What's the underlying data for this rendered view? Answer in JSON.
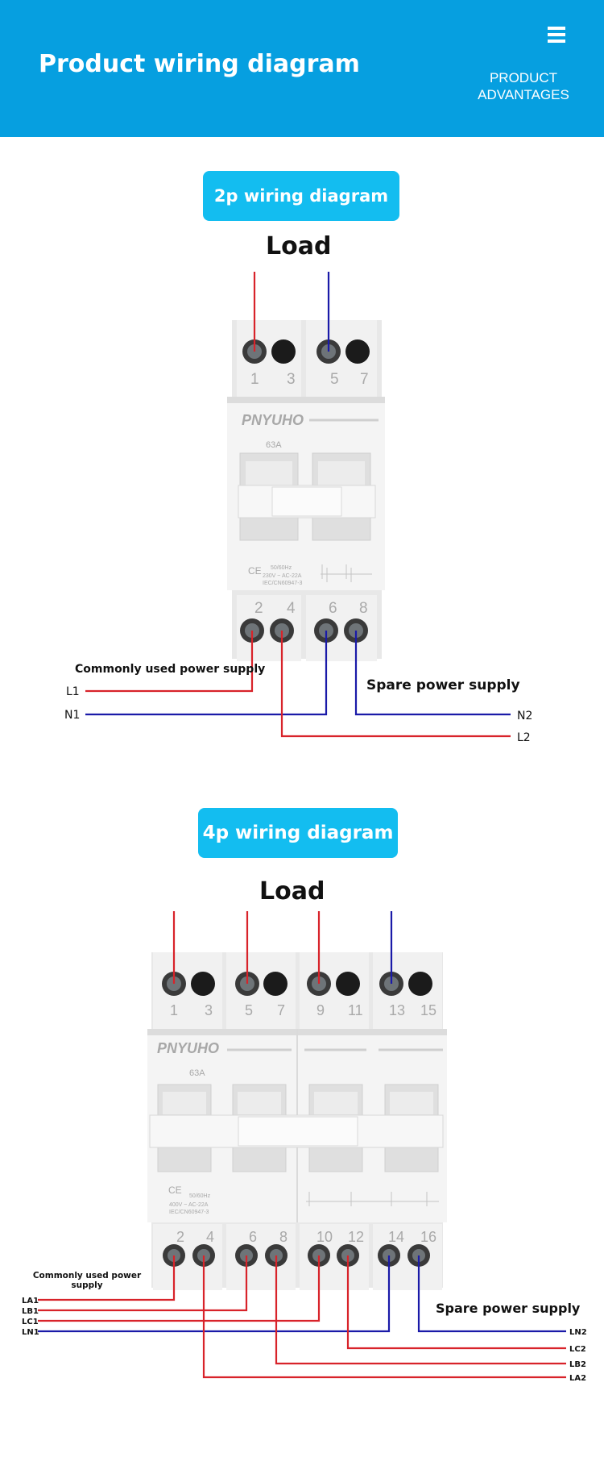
{
  "header": {
    "title": "Product wiring diagram",
    "advantages": "PRODUCT ADVANTAGES",
    "menu_icon": "hamburger-icon"
  },
  "section_2p": {
    "title": "2p wiring diagram",
    "load": "Load",
    "brand": "PNYUHO",
    "rating": "63A",
    "top_terminals": [
      "1",
      "3",
      "5",
      "7"
    ],
    "bottom_terminals": [
      "2",
      "4",
      "6",
      "8"
    ],
    "spec_freq": "50/60Hz",
    "spec_volt": "230V ~ AC-22A",
    "spec_std": "IEC/CN60947-3",
    "common_supply": "Commonly used power supply",
    "spare_supply": "Spare power supply",
    "lines_left": [
      "L1",
      "N1"
    ],
    "lines_right": [
      "N2",
      "L2"
    ]
  },
  "section_4p": {
    "title": "4p wiring diagram",
    "load": "Load",
    "brand": "PNYUHO",
    "rating": "63A",
    "top_terminals": [
      "1",
      "3",
      "5",
      "7",
      "9",
      "11",
      "13",
      "15"
    ],
    "bottom_terminals": [
      "2",
      "4",
      "6",
      "8",
      "10",
      "12",
      "14",
      "16"
    ],
    "spec_freq": "50/60Hz",
    "spec_volt": "400V ~ AC-22A",
    "spec_std": "IEC/CN60947-3",
    "common_supply": "Commonly used power supply",
    "spare_supply": "Spare power supply",
    "lines_left": [
      "LA1",
      "LB1",
      "LC1",
      "LN1"
    ],
    "lines_right": [
      "LN2",
      "LC2",
      "LB2",
      "LA2"
    ]
  },
  "colors": {
    "header": "#069fe0",
    "pill": "#13bdf0",
    "live_wire": "#d8232a",
    "neutral_wire": "#1a1aa8"
  }
}
